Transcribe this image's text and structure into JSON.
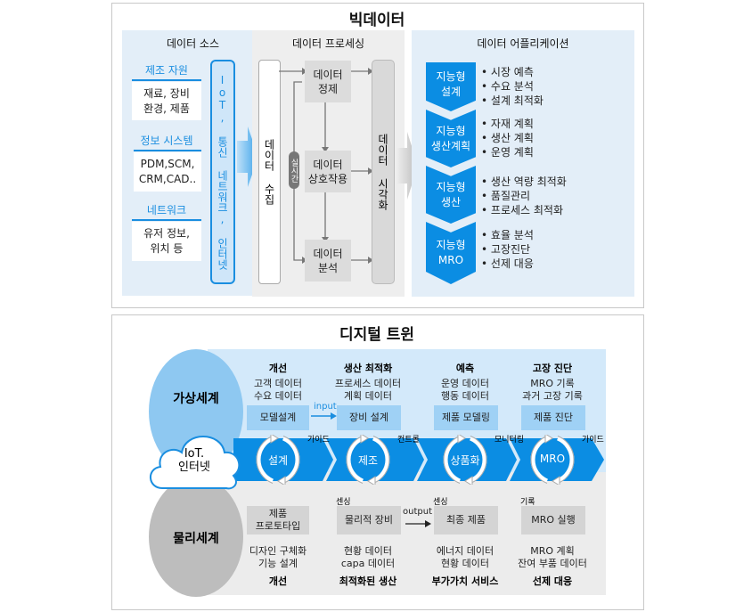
{
  "big_data": {
    "title": "빅데이터",
    "sources": {
      "header": "데이터 소스",
      "groups": [
        {
          "label": "제조 자원",
          "content": "재료, 장비\n환경, 제품"
        },
        {
          "label": "정보 시스템",
          "content": "PDM,SCM,\nCRM,CAD.."
        },
        {
          "label": "네트워크",
          "content": "유저 정보,\n위치 등"
        }
      ],
      "channel": "IoT, 통신 네트워크, 인터넷"
    },
    "processing": {
      "header": "데이터 프로세싱",
      "collect": "데이터 수집",
      "realtime": "실시간",
      "steps": [
        "데이터\n정제",
        "데이터\n상호작용",
        "데이터\n분석"
      ],
      "visualize": "데이터 시각화"
    },
    "applications": {
      "header": "데이터 어플리케이션",
      "items": [
        {
          "label": "지능형\n설계",
          "bullets": [
            "시장 예측",
            "수요 분석",
            "설계 최적화"
          ]
        },
        {
          "label": "지능형\n생산계획",
          "bullets": [
            "자재 계획",
            "생산 계획",
            "운영 계획"
          ]
        },
        {
          "label": "지능형\n생산",
          "bullets": [
            "생산 역량 최적화",
            "품질관리",
            "프로세스 최적화"
          ]
        },
        {
          "label": "지능형\nMRO",
          "bullets": [
            "효율 분석",
            "고장진단",
            "선제 대응"
          ]
        }
      ]
    }
  },
  "digital_twin": {
    "title": "디지털 트윈",
    "virtual": "가상세계",
    "physical": "물리세계",
    "cloud": "IoT.\n인터넷",
    "input": "input",
    "output": "output",
    "colors": {
      "virtual": "#d3e9fa",
      "physical": "#ececec",
      "band": "#0b8de3"
    },
    "stages": [
      {
        "name": "설계",
        "v_title": "개선",
        "v_data": "고객 데이터\n수요 데이터",
        "v_box": "모델설계",
        "up_label": "가이드",
        "down_label": "",
        "p_box": "제품\n프로토타입",
        "p_data": "디자인 구체화\n기능 설계",
        "p_title": "개선"
      },
      {
        "name": "제조",
        "v_title": "생산 최적화",
        "v_data": "프로세스 데이터\n계획 데이터",
        "v_box": "장비 설계",
        "up_label": "컨트롤",
        "down_label": "센싱",
        "p_box": "물리적 장비",
        "p_data": "현황 데이터\ncapa 데이터",
        "p_title": "최적화된 생산"
      },
      {
        "name": "상품화",
        "v_title": "예측",
        "v_data": "운영 데이터\n행동 데이터",
        "v_box": "제품 모델링",
        "up_label": "모니터링",
        "down_label": "센싱",
        "p_box": "최종 제품",
        "p_data": "에너지 데이터\n현황 데이터",
        "p_title": "부가가치 서비스"
      },
      {
        "name": "MRO",
        "v_title": "고장 진단",
        "v_data": "MRO 기록\n과거 고장 기록",
        "v_box": "제품 진단",
        "up_label": "가이드",
        "down_label": "기록",
        "p_box": "MRO 실행",
        "p_data": "MRO 계획\n잔여 부품 데이터",
        "p_title": "선제 대응"
      }
    ]
  }
}
